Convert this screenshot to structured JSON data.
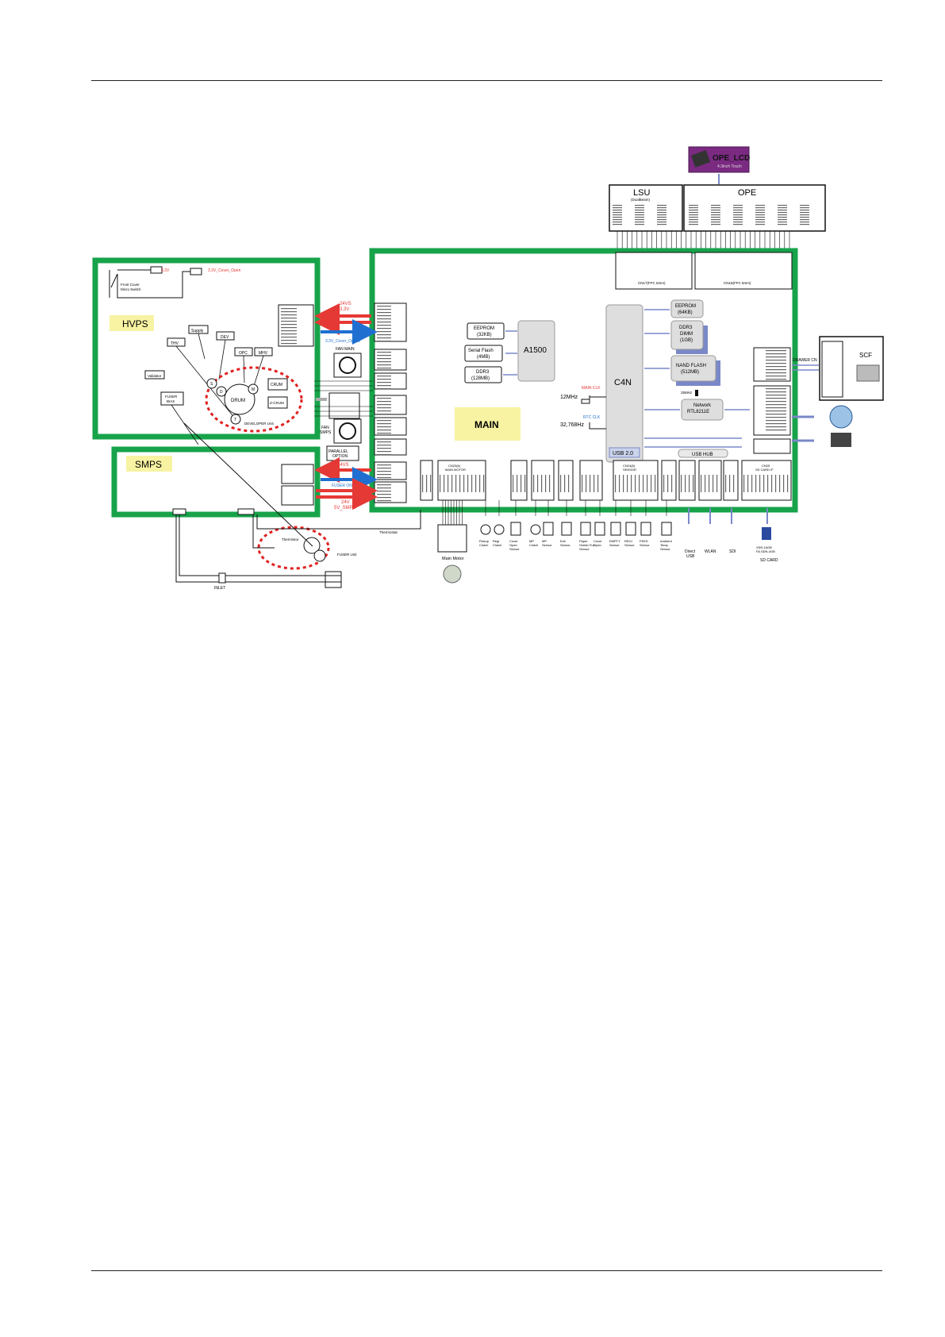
{
  "diagram": {
    "ope_lcd": {
      "title": "OPE_LCD",
      "subtitle": "4.3inch Touch"
    },
    "lsu": {
      "title": "LSU",
      "subtitle": "(DualBeam)"
    },
    "ope": {
      "title": "OPE"
    },
    "cn17_label": "CN17(FFC 5mm)",
    "cn16_label": "CN16(FFC 5mm)",
    "hvps": {
      "label": "HVPS",
      "v33": "3.3V",
      "v33_cover_open": "3.3V_Cover_Open",
      "front_cover_switch": "Front Cover\nMicro Switch",
      "thv": "THV",
      "supply": "Supply",
      "dev": "DEV",
      "opc": "OPC",
      "mhv": "MHV",
      "validator": "Validator",
      "fuser_bias": "FUSER\nBIAS",
      "drum": "DRUM",
      "crum": "CRUM",
      "z_crum": "Z-CRUM",
      "developer_unit": "DEVELOPER Unit",
      "node_s": "S",
      "node_d": "D",
      "node_m": "M",
      "node_t": "T"
    },
    "smps": {
      "label": "SMPS"
    },
    "power_lines": {
      "top": "24VS\n3.3V",
      "cover_open": "3.3V_Cover_Open1",
      "smps_24vs": "24VS",
      "fuser_on": "FUSER ON",
      "smps_24v": "24V\n5V_SMPS"
    },
    "main": {
      "label": "MAIN",
      "eeprom_left": "EEPROM\n(32KB)",
      "serial_flash": "Serial Flash\n(4MB)",
      "ddr3_left": "DDR3\n(128MB)",
      "a1500": "A1500",
      "c4n": "C4N",
      "usb20": "USB 2.0",
      "eeprom_right": "EEPROM\n(64KB)",
      "ddr3_dimm": "DDR3\nDIMM\n(1GB)",
      "nand_flash": "NAND FLASH\n(512MB)",
      "network": "Network\nRTL8211E",
      "osc_25": "25MHz",
      "main_clk": "MAIN CLK",
      "clk_12": "12MHz",
      "rtc_clk": "RTC CLK",
      "clk_32": "32,768Hz",
      "usb_hub": "USB HUB",
      "fan_main": "FAN MAIN",
      "fan_smps": "FAN\nSMPS",
      "parallel_option": "PARALLEL\nOPTION"
    },
    "scf": {
      "label": "SCF",
      "drawer_cn": "DRAWER CN"
    },
    "connectors_bottom": {
      "main_motor_cn": "CN23(6)\nMAIN MOTOR",
      "sensor_cn": "CN24(8)\nSENSOR",
      "sd_card_cn": "CN25\nSD CARD IF"
    },
    "peripherals": {
      "main_motor": "Main Motor",
      "pickup_clutch": "Pickup\nClutch",
      "regi_clutch": "Regi\nClutch",
      "cover_open_sensor": "Cover\nOpen\nSensor",
      "mp_clutch": "MP\nClutch",
      "mp_sensor": "MP\nSensor",
      "exit_sensor": "Exit\nSensor",
      "paper_outbin_sensor": "Paper\nOutbin Full\nSensor",
      "cover_open2": "Cover\nOpen",
      "empty_sensor": "EMPTY\nSensor",
      "regi_sensor": "REGI\nSensor",
      "feed_sensor": "FEED\nSensor",
      "ambient_sensor": "Ambient\nTemp.\nSensor",
      "direct_usb": "Direct\nUSB",
      "wlan": "WLAN",
      "sdi": "SDI",
      "sd_card": "SD CARD",
      "sd_card_spec": "XSR-16GB\nFA.SDN-4GB",
      "fuser_unit": "FUSER Unit",
      "thermostat": "Thermostat",
      "thermistor": "Thermistor",
      "inlet": "INLET"
    }
  },
  "colors": {
    "board_green": "#17a34a",
    "power_red": "#e53935",
    "signal_blue": "#1f6fd1",
    "label_yellow": "#f7f3a2",
    "interface_arrow": "#7a88c8",
    "ope_lcd_purple": "#7b2a82",
    "dashed_red": "#e02020"
  }
}
